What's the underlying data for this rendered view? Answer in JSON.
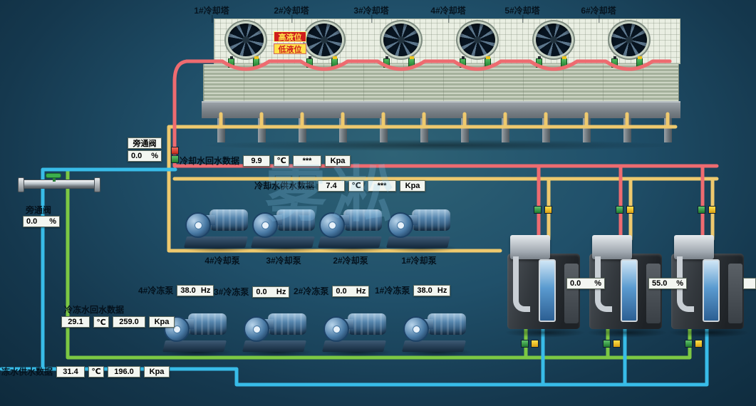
{
  "watermark": "雾凇",
  "towers": {
    "labels": [
      "1#冷却塔",
      "2#冷却塔",
      "3#冷却塔",
      "4#冷却塔",
      "5#冷却塔",
      "6#冷却塔"
    ],
    "high_level_label": "高液位",
    "low_level_label": "低液位"
  },
  "bypass_top": {
    "label": "旁通阀",
    "value": "0.0",
    "unit": "%"
  },
  "bypass_left": {
    "label": "旁通阀",
    "value": "0.0",
    "unit": "%"
  },
  "cooling_return": {
    "label": "冷却水回水数据",
    "temp": "9.9",
    "temp_unit": "℃",
    "pressure": "***",
    "pressure_unit": "Kpa"
  },
  "cooling_supply": {
    "label": "冷却水供水数据",
    "temp": "7.4",
    "temp_unit": "℃",
    "pressure": "***",
    "pressure_unit": "Kpa"
  },
  "cooling_pumps": [
    {
      "label": "4#冷却泵"
    },
    {
      "label": "3#冷却泵"
    },
    {
      "label": "2#冷却泵"
    },
    {
      "label": "1#冷却泵"
    }
  ],
  "chilled_pumps": [
    {
      "label": "4#冷冻泵",
      "freq": "38.0",
      "freq_unit": "Hz"
    },
    {
      "label": "3#冷冻泵",
      "freq": "0.0",
      "freq_unit": "Hz"
    },
    {
      "label": "2#冷冻泵",
      "freq": "0.0",
      "freq_unit": "Hz"
    },
    {
      "label": "1#冷冻泵",
      "freq": "38.0",
      "freq_unit": "Hz"
    }
  ],
  "chilled_return": {
    "label": "冷冻水回水数据",
    "temp": "29.1",
    "temp_unit": "℃",
    "pressure": "259.0",
    "pressure_unit": "Kpa"
  },
  "chilled_supply": {
    "label": "冻水供水数据",
    "temp": "31.4",
    "temp_unit": "℃",
    "pressure": "196.0",
    "pressure_unit": "Kpa"
  },
  "chillers": [
    {
      "load": "0.0",
      "load_unit": "%"
    },
    {
      "load": "55.0",
      "load_unit": "%"
    }
  ],
  "status_colors": {
    "pipe_red": "#ee6b70",
    "pipe_yellow": "#eec96e",
    "pipe_green": "#7cc843",
    "pipe_blue": "#38bce8",
    "valve_green": "#2e9e3e",
    "valve_yellow": "#eec520"
  }
}
